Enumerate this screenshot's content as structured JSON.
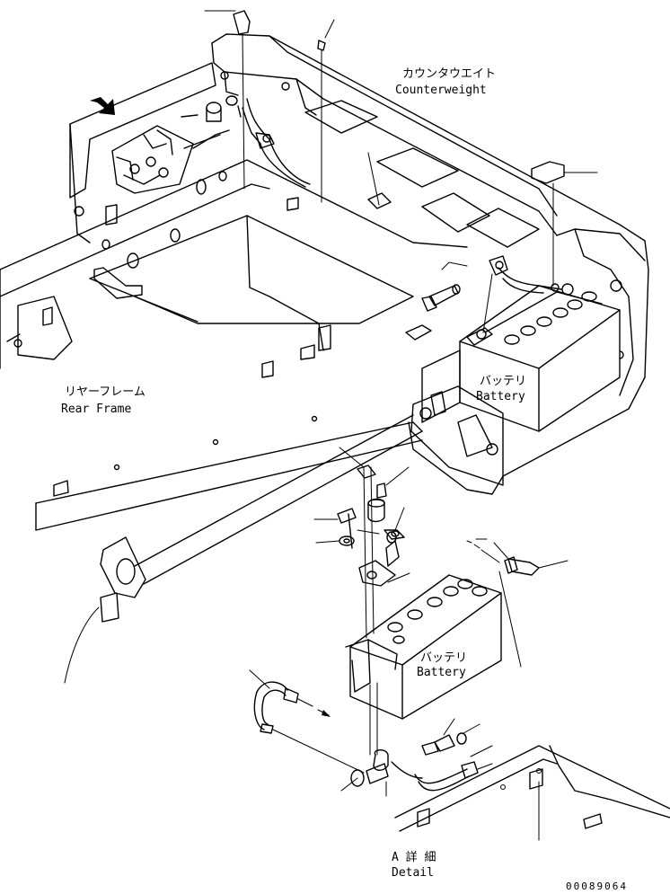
{
  "labels": {
    "counterweight_jp": "カウンタウエイト",
    "counterweight_en": "Counterweight",
    "rear_frame_jp": "リヤーフレーム",
    "rear_frame_en": "Rear Frame",
    "battery_top_jp": "バッテリ",
    "battery_top_en": "Battery",
    "battery_detail_jp": "バッテリ",
    "battery_detail_en": "Battery",
    "detail_jp": "A 詳 細",
    "detail_en": "Detail",
    "drawing_number": "00089064"
  },
  "icons": {
    "view_arrow": "arrow-down-right-icon"
  }
}
